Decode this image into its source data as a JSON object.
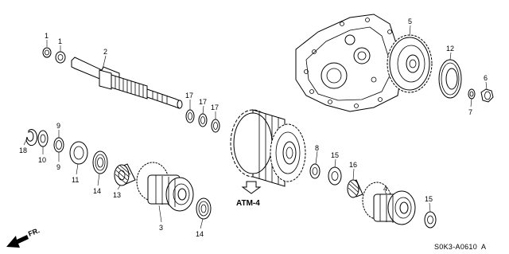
{
  "diagram": {
    "callouts": {
      "c1a": "1",
      "c1b": "1",
      "c2": "2",
      "c3": "3",
      "c4": "4",
      "c5": "5",
      "c6": "6",
      "c7": "7",
      "c8": "8",
      "c9a": "9",
      "c9b": "9",
      "c10": "10",
      "c11": "11",
      "c12": "12",
      "c13": "13",
      "c14a": "14",
      "c14b": "14",
      "c15a": "15",
      "c15b": "15",
      "c16": "16",
      "c17a": "17",
      "c17b": "17",
      "c17c": "17",
      "c18": "18"
    },
    "reference_label": "ATM-4",
    "direction_label": "FR.",
    "diagram_code": "S0K3-A0610",
    "diagram_code_suffix": "A"
  }
}
